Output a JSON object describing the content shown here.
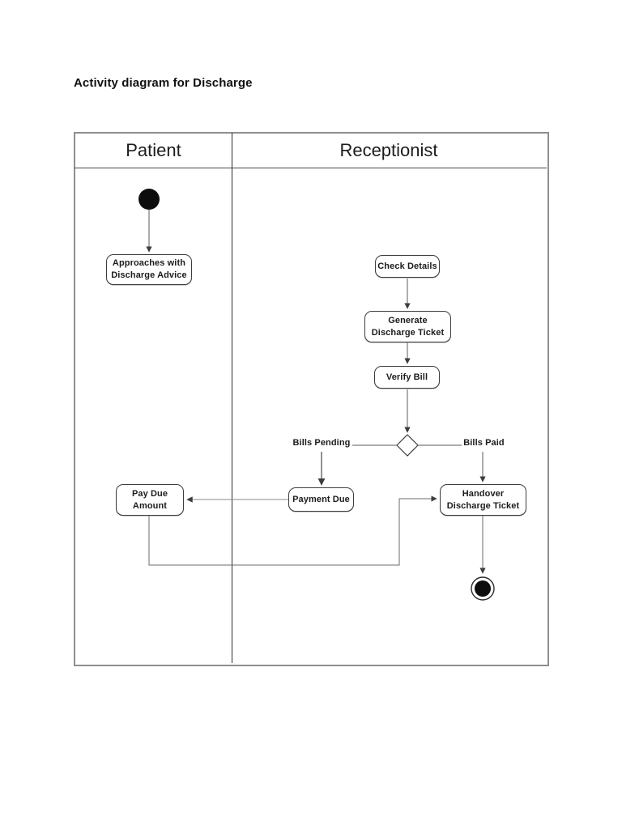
{
  "document": {
    "title": "Activity diagram for Discharge"
  },
  "diagram": {
    "type": "uml-activity-diagram",
    "lanes": [
      {
        "label": "Patient"
      },
      {
        "label": "Receptionist"
      }
    ],
    "nodes": {
      "initial": {
        "type": "initial-node",
        "lane": "Patient"
      },
      "approaches": {
        "type": "action",
        "lane": "Patient",
        "label": "Approaches with\nDischarge Advice"
      },
      "check_details": {
        "type": "action",
        "lane": "Receptionist",
        "label": "Check Details"
      },
      "generate_ticket": {
        "type": "action",
        "lane": "Receptionist",
        "label": "Generate\nDischarge Ticket"
      },
      "verify_bill": {
        "type": "action",
        "lane": "Receptionist",
        "label": "Verify Bill"
      },
      "decision": {
        "type": "decision",
        "lane": "Receptionist"
      },
      "payment_due": {
        "type": "action",
        "lane": "Receptionist",
        "label": "Payment Due"
      },
      "pay_due_amount": {
        "type": "action",
        "lane": "Patient",
        "label": "Pay Due\nAmount"
      },
      "handover_ticket": {
        "type": "action",
        "lane": "Receptionist",
        "label": "Handover\nDischarge Ticket"
      },
      "final": {
        "type": "final-node",
        "lane": "Receptionist"
      }
    },
    "branch_labels": {
      "pending": "Bills Pending",
      "paid": "Bills Paid"
    },
    "edges": [
      {
        "from": "initial",
        "to": "approaches"
      },
      {
        "from": "check_details",
        "to": "generate_ticket"
      },
      {
        "from": "generate_ticket",
        "to": "verify_bill"
      },
      {
        "from": "verify_bill",
        "to": "decision"
      },
      {
        "from": "decision",
        "to": "payment_due",
        "label": "Bills Pending"
      },
      {
        "from": "decision",
        "to": "handover_ticket",
        "label": "Bills Paid"
      },
      {
        "from": "payment_due",
        "to": "pay_due_amount"
      },
      {
        "from": "pay_due_amount",
        "to": "handover_ticket"
      },
      {
        "from": "handover_ticket",
        "to": "final"
      }
    ]
  },
  "colors": {
    "page_bg": "#ffffff",
    "ink": "#1c1c1c",
    "frame_border": "#8f8f8f",
    "edge_line": "#5b5b5b"
  }
}
